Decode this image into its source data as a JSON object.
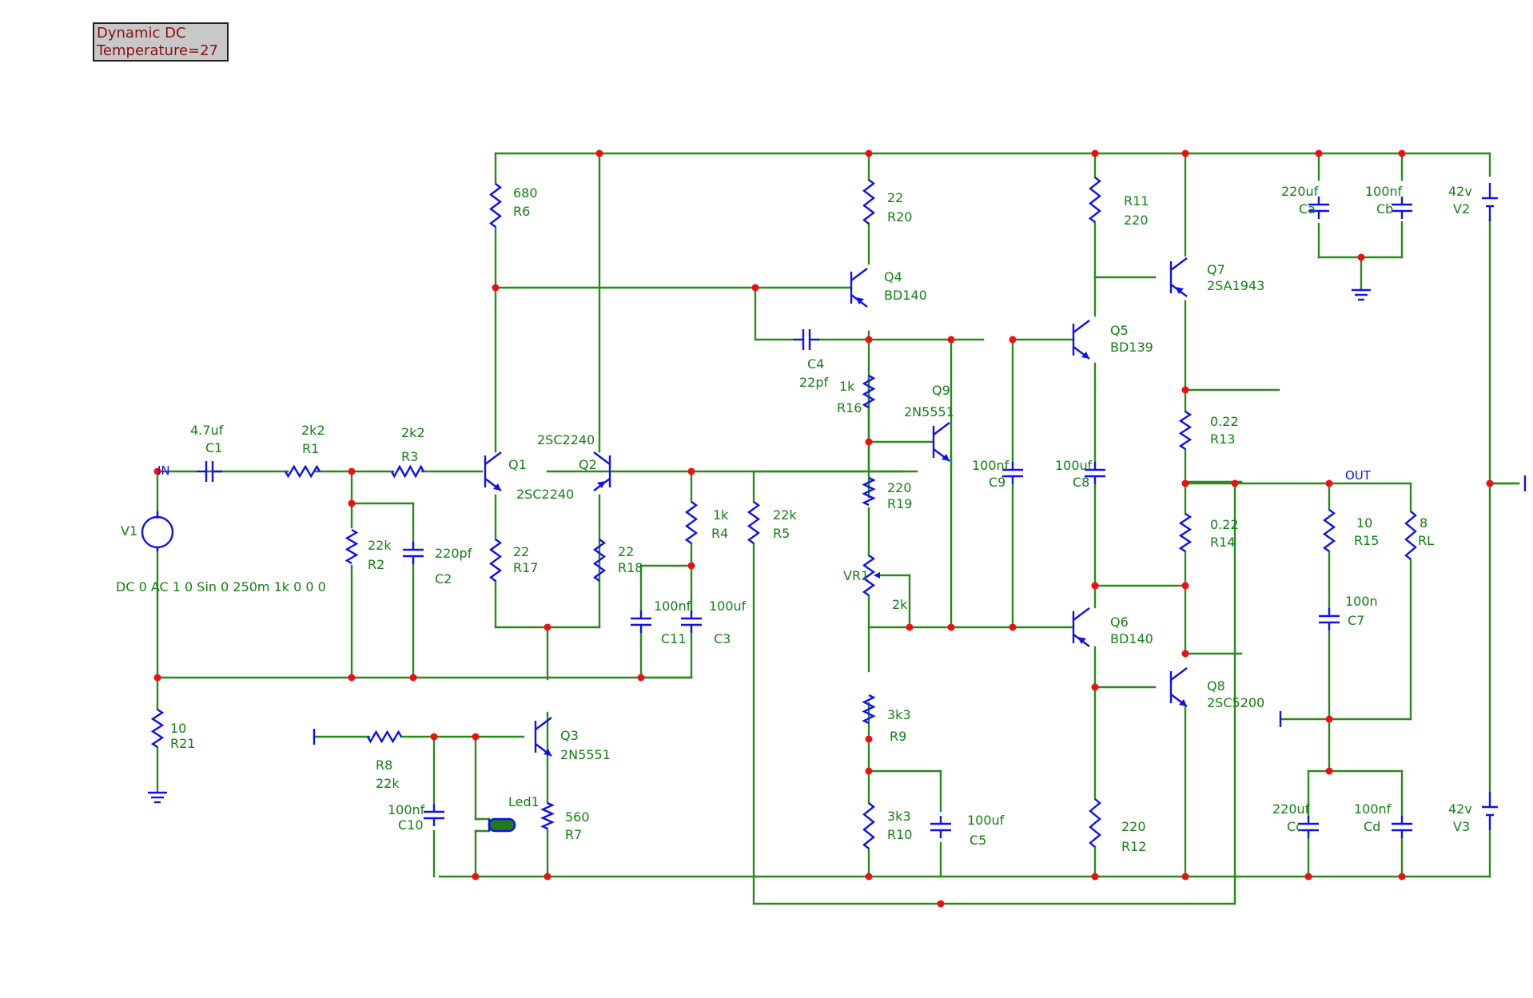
{
  "sim_info": {
    "line1": "Dynamic DC",
    "line2": "Temperature=27"
  },
  "colors": {
    "wire": "#2a8a1a",
    "component": "#1010ee",
    "junction": "#ee1010",
    "label": "#128012",
    "info_text": "#8b1010",
    "info_bg": "#c8c8c8"
  },
  "labels": {
    "in_net": "IN",
    "out_net": "OUT",
    "v1": {
      "name": "V1",
      "params": "DC 0 AC 1 0 Sin 0 250m 1k 0 0 0"
    },
    "c1": {
      "name": "C1",
      "value": "4.7uf"
    },
    "r1": {
      "name": "R1",
      "value": "2k2"
    },
    "r3": {
      "name": "R3",
      "value": "2k2"
    },
    "r2": {
      "name": "R2",
      "value": "22k"
    },
    "c2": {
      "name": "C2",
      "value": "220pf"
    },
    "r21": {
      "name": "R21",
      "value": "10"
    },
    "r6": {
      "name": "R6",
      "value": "680"
    },
    "q1": {
      "name": "Q1",
      "part": "2SC2240"
    },
    "q2": {
      "name": "Q2",
      "part": "2SC2240"
    },
    "r17": {
      "name": "R17",
      "value": "22"
    },
    "r18": {
      "name": "R18",
      "value": "22"
    },
    "r4": {
      "name": "R4",
      "value": "1k"
    },
    "r5": {
      "name": "R5",
      "value": "22k"
    },
    "c11": {
      "name": "C11",
      "value": "100nf"
    },
    "c3": {
      "name": "C3",
      "value": "100uf"
    },
    "q3": {
      "name": "Q3",
      "part": "2N5551"
    },
    "r8": {
      "name": "R8",
      "value": "22k"
    },
    "c10": {
      "name": "C10",
      "value": "100nf"
    },
    "led1": {
      "name": "Led1"
    },
    "r7": {
      "name": "R7",
      "value": "560"
    },
    "r20": {
      "name": "R20",
      "value": "22"
    },
    "q4": {
      "name": "Q4",
      "part": "BD140"
    },
    "c4": {
      "name": "C4",
      "value": "22pf"
    },
    "r16": {
      "name": "R16",
      "value": "1k"
    },
    "q9": {
      "name": "Q9",
      "part": "2N5551"
    },
    "r19": {
      "name": "R19",
      "value": "220"
    },
    "vr1": {
      "name": "VR1",
      "value": "2k"
    },
    "r9": {
      "name": "R9",
      "value": "3k3"
    },
    "r10": {
      "name": "R10",
      "value": "3k3"
    },
    "c5": {
      "name": "C5",
      "value": "100uf"
    },
    "c9": {
      "name": "C9",
      "value": "100nf"
    },
    "r11": {
      "name": "R11",
      "value": "220"
    },
    "q7": {
      "name": "Q7",
      "part": "2SA1943"
    },
    "q5": {
      "name": "Q5",
      "part": "BD139"
    },
    "c8": {
      "name": "C8",
      "value": "100uf"
    },
    "r13": {
      "name": "R13",
      "value": "0.22"
    },
    "r14": {
      "name": "R14",
      "value": "0.22"
    },
    "q6": {
      "name": "Q6",
      "part": "BD140"
    },
    "q8": {
      "name": "Q8",
      "part": "2SC5200"
    },
    "r12": {
      "name": "R12",
      "value": "220"
    },
    "ca": {
      "name": "Ca",
      "value": "220uf"
    },
    "cb": {
      "name": "Cb",
      "value": "100nf"
    },
    "v2": {
      "name": "V2",
      "value": "42v"
    },
    "r15": {
      "name": "R15",
      "value": "10"
    },
    "c7": {
      "name": "C7",
      "value": "100n"
    },
    "rl": {
      "name": "RL",
      "value": "8"
    },
    "cc": {
      "name": "Cc",
      "value": "220uf"
    },
    "cd": {
      "name": "Cd",
      "value": "100nf"
    },
    "v3": {
      "name": "V3",
      "value": "42v"
    }
  }
}
